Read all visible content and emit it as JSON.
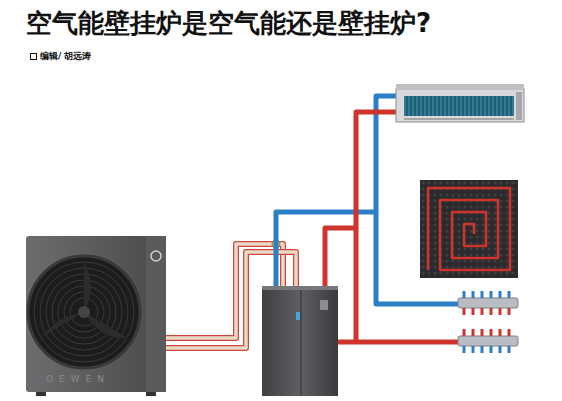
{
  "diagram": {
    "title": "空气能壁挂炉是空气能还是壁挂炉?",
    "labels": [
      "编辑/ 胡远涛",
      "OEWEN"
    ]
  }
}
